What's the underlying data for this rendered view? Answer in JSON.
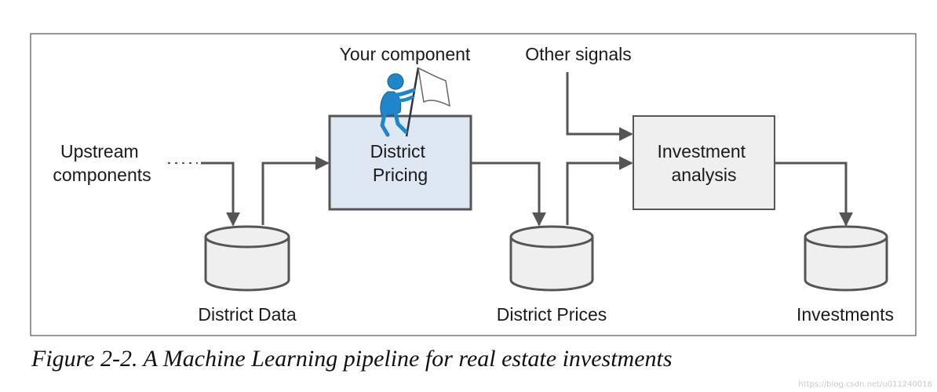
{
  "labels": {
    "upstream": [
      "Upstream",
      "components"
    ],
    "your_component": "Your component",
    "other_signals": "Other signals",
    "district_pricing": [
      "District",
      "Pricing"
    ],
    "investment_analysis": [
      "Investment",
      "analysis"
    ],
    "district_data": "District Data",
    "district_prices": "District Prices",
    "investments": "Investments"
  },
  "caption": "Figure 2-2. A Machine Learning pipeline for real estate investments",
  "watermark": "https://blog.csdn.net/u011240016",
  "colors": {
    "frame": "#555555",
    "line": "#555555",
    "pricing_fill": "#dde8f3",
    "analysis_fill": "#efefef",
    "cylinder_fill": "#efefef",
    "figure_blue": "#1f87c9",
    "figure_stroke": "#0d5e93"
  }
}
